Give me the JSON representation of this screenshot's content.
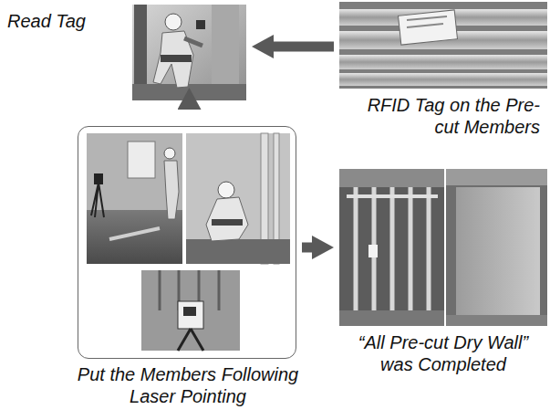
{
  "diagram": {
    "nodes": [
      {
        "text": [
          "Read Tag"
        ]
      },
      {
        "text": [
          "RFID Tag on the Pre-cut Members"
        ]
      },
      {
        "text": [
          "Put the Members Following Laser Pointing"
        ]
      },
      {
        "text": [
          "“All Pre-cut Dry Wall” was Completed"
        ]
      }
    ],
    "edges": [
      {
        "from": 1,
        "to": 0,
        "arrow": "to"
      },
      {
        "from": 0,
        "to": 2,
        "arrow": "to"
      },
      {
        "from": 2,
        "to": 3,
        "arrow": "to"
      }
    ]
  }
}
